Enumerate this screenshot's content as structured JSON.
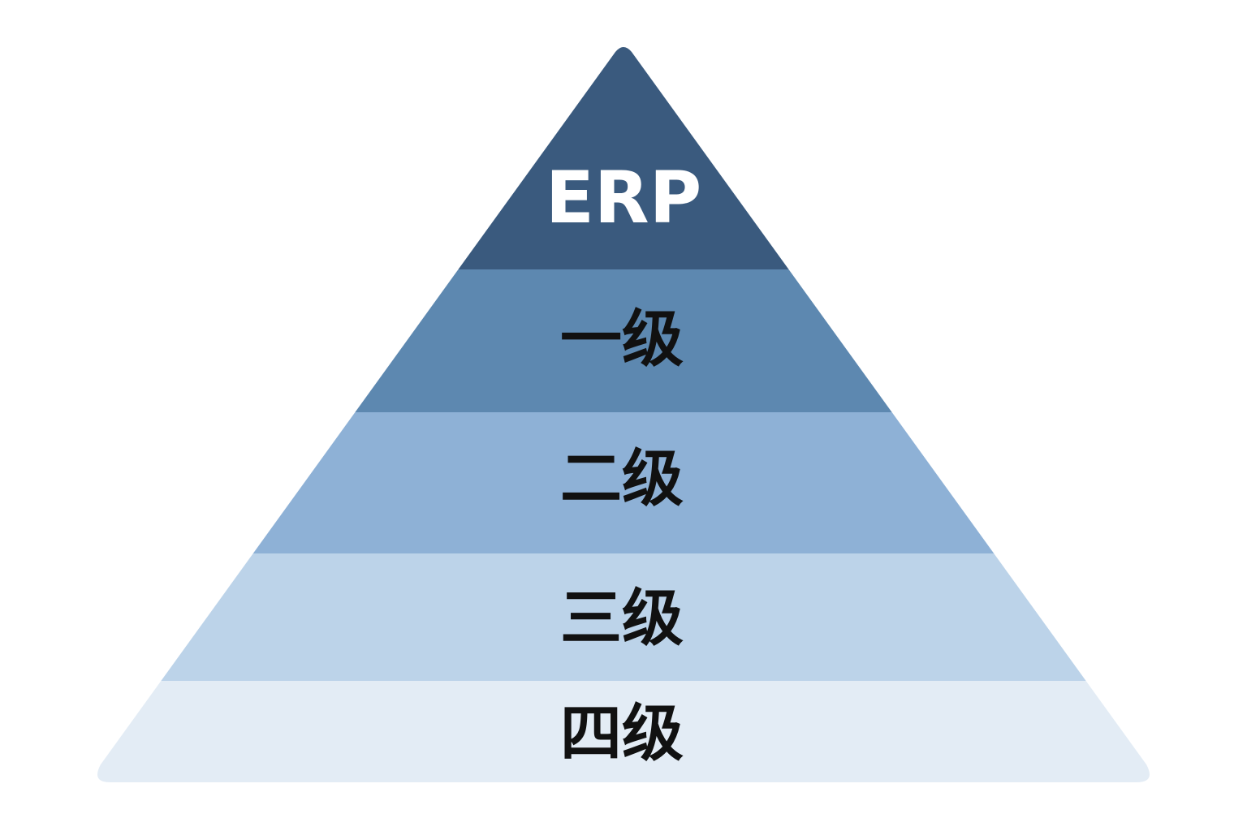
{
  "diagram": {
    "type": "pyramid",
    "levels": [
      {
        "label": "ERP",
        "color": "#3a5a7e",
        "text_color": "#ffffff"
      },
      {
        "label": "一级",
        "color": "#5d88b0",
        "text_color": "#111111"
      },
      {
        "label": "二级",
        "color": "#8eb1d6",
        "text_color": "#111111"
      },
      {
        "label": "三级",
        "color": "#bcd3e9",
        "text_color": "#111111"
      },
      {
        "label": "四级",
        "color": "#e3ecf5",
        "text_color": "#111111"
      }
    ]
  }
}
